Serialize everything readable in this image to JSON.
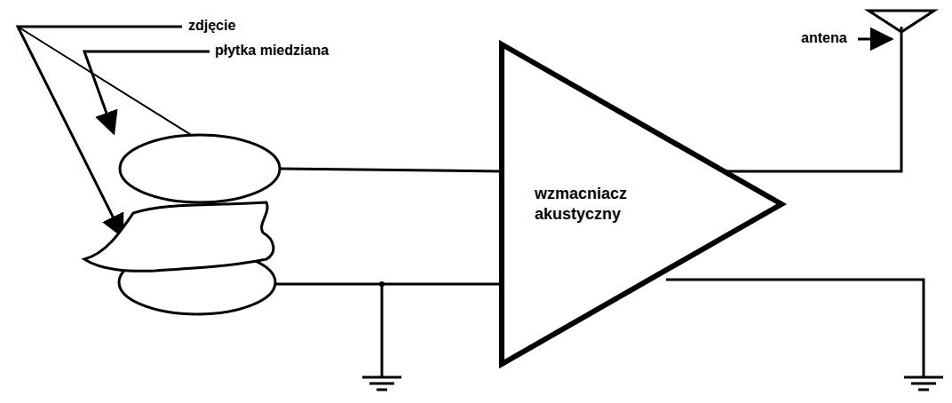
{
  "diagram": {
    "nodes": [
      {
        "text": [
          "wzmacniacz akustyczny"
        ]
      }
    ],
    "labels": [
      "zdjęcie",
      "płytka miedziana",
      "antena"
    ]
  }
}
